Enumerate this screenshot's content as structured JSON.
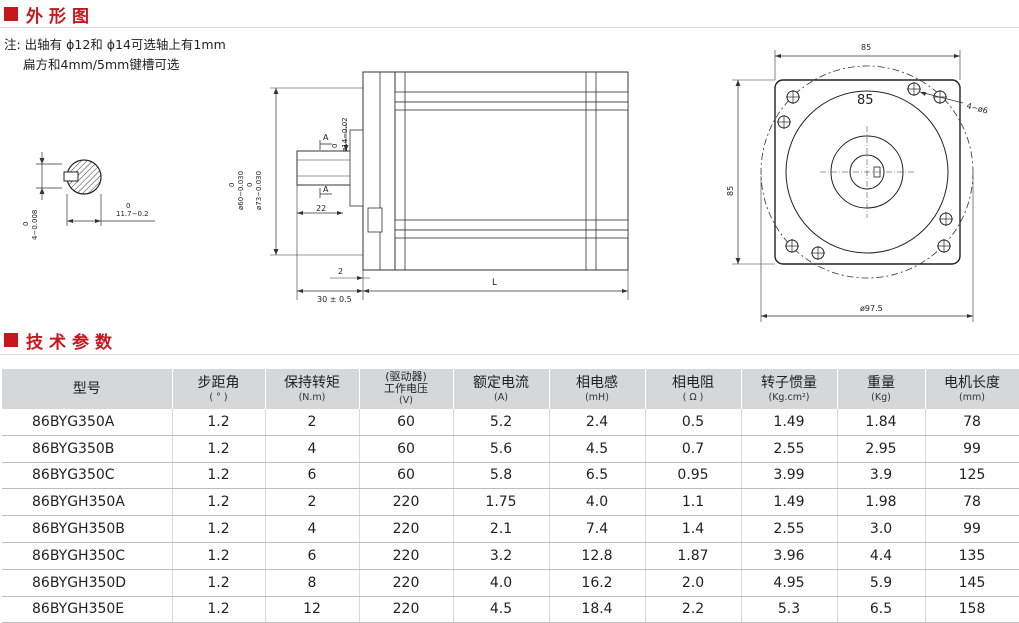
{
  "section1": {
    "title": "外形图"
  },
  "note": {
    "line1": "注: 出轴有 ϕ12和 ϕ14可选轴上有1mm",
    "line2": "扁方和4mm/5mm键槽可选"
  },
  "shaft_drawing": {
    "key_depth": "4−0.008",
    "key_depth_upper": "0",
    "flat_dim": "11.7−0.2",
    "flat_dim_upper": "0"
  },
  "side_drawing": {
    "shaft_dia": "ø14−0.02",
    "shaft_dia_upper": "0",
    "pilot_dia_1": "ø60−0.030",
    "pilot_dia_2": "ø73−0.030",
    "pilot_upper": "0",
    "section_a_top": "A",
    "section_a_bottom": "A",
    "key_length": "22",
    "flange_thickness": "2",
    "shaft_length": "30 ± 0.5",
    "body_length": "L"
  },
  "front_drawing": {
    "width": "85",
    "height": "85",
    "inner_label": "85",
    "holes": "4−ø6",
    "circle_dia": "ø97.5"
  },
  "section2": {
    "title": "技术参数"
  },
  "table": {
    "headers": [
      {
        "main": "型号",
        "sub": ""
      },
      {
        "main": "步距角",
        "sub": "( ° )"
      },
      {
        "main": "保持转矩",
        "sub": "(N.m)"
      },
      {
        "main": "(驱动器)",
        "main2": "工作电压",
        "sub": "(V)"
      },
      {
        "main": "额定电流",
        "sub": "(A)"
      },
      {
        "main": "相电感",
        "sub": "(mH)"
      },
      {
        "main": "相电阻",
        "sub": "( Ω )"
      },
      {
        "main": "转子惯量",
        "sub": "(Kg.cm²)"
      },
      {
        "main": "重量",
        "sub": "(Kg)"
      },
      {
        "main": "电机长度",
        "sub": "(mm)"
      }
    ],
    "rows": [
      [
        "86BYG350A",
        "1.2",
        "2",
        "60",
        "5.2",
        "2.4",
        "0.5",
        "1.49",
        "1.84",
        "78"
      ],
      [
        "86BYG350B",
        "1.2",
        "4",
        "60",
        "5.6",
        "4.5",
        "0.7",
        "2.55",
        "2.95",
        "99"
      ],
      [
        "86BYG350C",
        "1.2",
        "6",
        "60",
        "5.8",
        "6.5",
        "0.95",
        "3.99",
        "3.9",
        "125"
      ],
      [
        "86BYGH350A",
        "1.2",
        "2",
        "220",
        "1.75",
        "4.0",
        "1.1",
        "1.49",
        "1.98",
        "78"
      ],
      [
        "86BYGH350B",
        "1.2",
        "4",
        "220",
        "2.1",
        "7.4",
        "1.4",
        "2.55",
        "3.0",
        "99"
      ],
      [
        "86BYGH350C",
        "1.2",
        "6",
        "220",
        "3.2",
        "12.8",
        "1.87",
        "3.96",
        "4.4",
        "135"
      ],
      [
        "86BYGH350D",
        "1.2",
        "8",
        "220",
        "4.0",
        "16.2",
        "2.0",
        "4.95",
        "5.9",
        "145"
      ],
      [
        "86BYGH350E",
        "1.2",
        "12",
        "220",
        "4.5",
        "18.4",
        "2.2",
        "5.3",
        "6.5",
        "158"
      ]
    ]
  }
}
